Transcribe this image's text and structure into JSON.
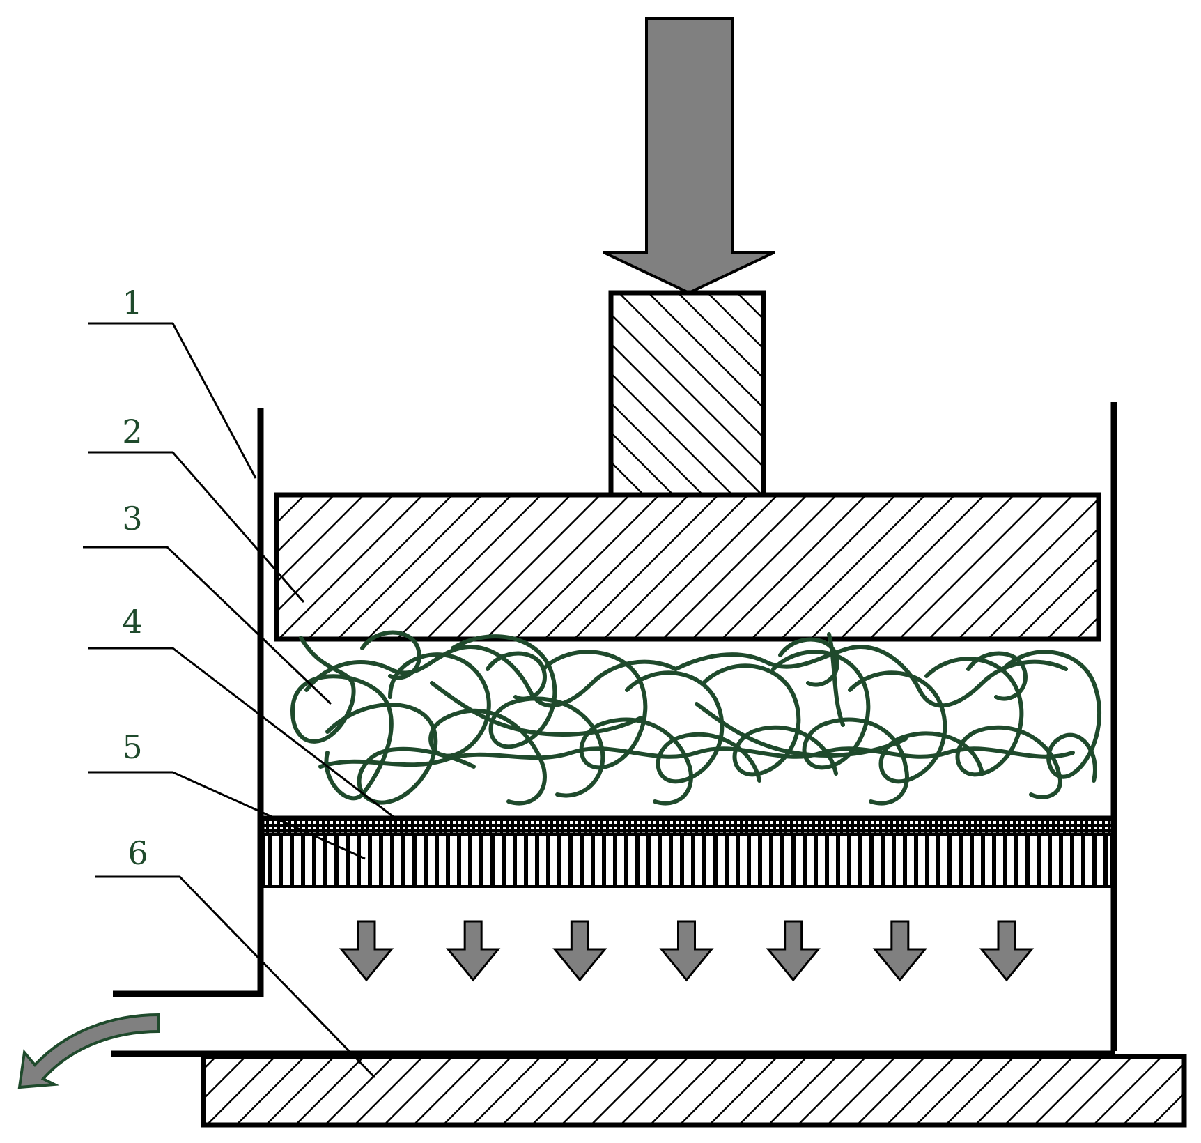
{
  "colors": {
    "outline": "#000000",
    "arrow_fill": "#808080",
    "material_green": "#1f4a2c",
    "label_green": "#1f4a2c",
    "background": "#ffffff"
  },
  "callouts": [
    {
      "id": "1",
      "label": "1"
    },
    {
      "id": "2",
      "label": "2"
    },
    {
      "id": "3",
      "label": "3"
    },
    {
      "id": "4",
      "label": "4"
    },
    {
      "id": "5",
      "label": "5"
    },
    {
      "id": "6",
      "label": "6"
    }
  ],
  "icons": {
    "force_arrow": "down-arrow-icon",
    "flow_arrows": "down-arrow-icon",
    "outlet_arrow": "curved-arrow-icon"
  },
  "flow_arrow_count": 7
}
